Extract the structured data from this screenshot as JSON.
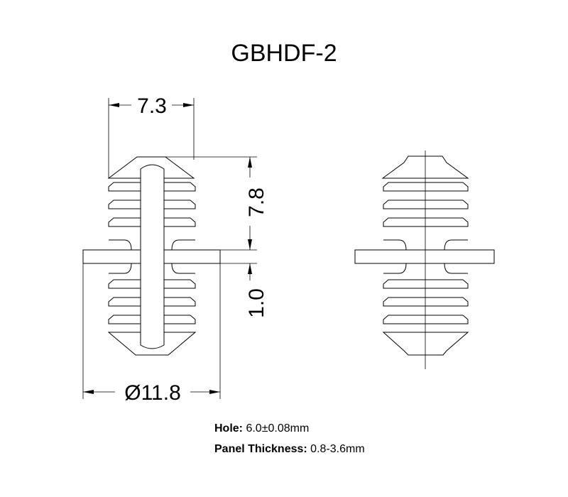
{
  "title": "GBHDF-2",
  "dimensions": {
    "top_width": "7.3",
    "upper_height": "7.8",
    "lower_height": "1.0",
    "diameter": "Ø11.8"
  },
  "specs": {
    "hole_label": "Hole:",
    "hole_value": "6.0±0.08mm",
    "panel_label": "Panel Thickness:",
    "panel_value": "0.8-3.6mm"
  }
}
